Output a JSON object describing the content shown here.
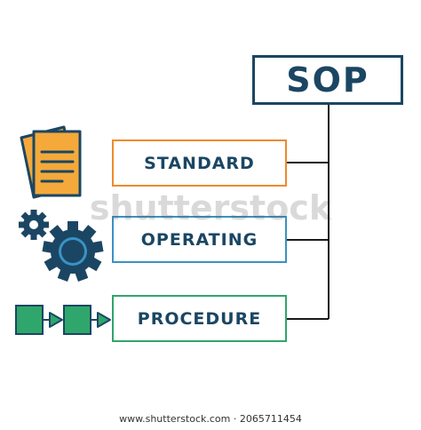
{
  "diagram": {
    "acronym": "SOP",
    "terms": [
      {
        "label": "STANDARD",
        "color": "#ef8a2c",
        "icon": "documents-icon"
      },
      {
        "label": "OPERATING",
        "color": "#3a92c4",
        "icon": "gears-icon"
      },
      {
        "label": "PROCEDURE",
        "color": "#2fa66b",
        "icon": "process-flow-icon"
      }
    ],
    "text_color": "#1b4663",
    "connector_color": "#1a1a1a"
  },
  "watermark": "shutterstock",
  "footer": {
    "credit": "www.shutterstock.com · 2065711454"
  }
}
